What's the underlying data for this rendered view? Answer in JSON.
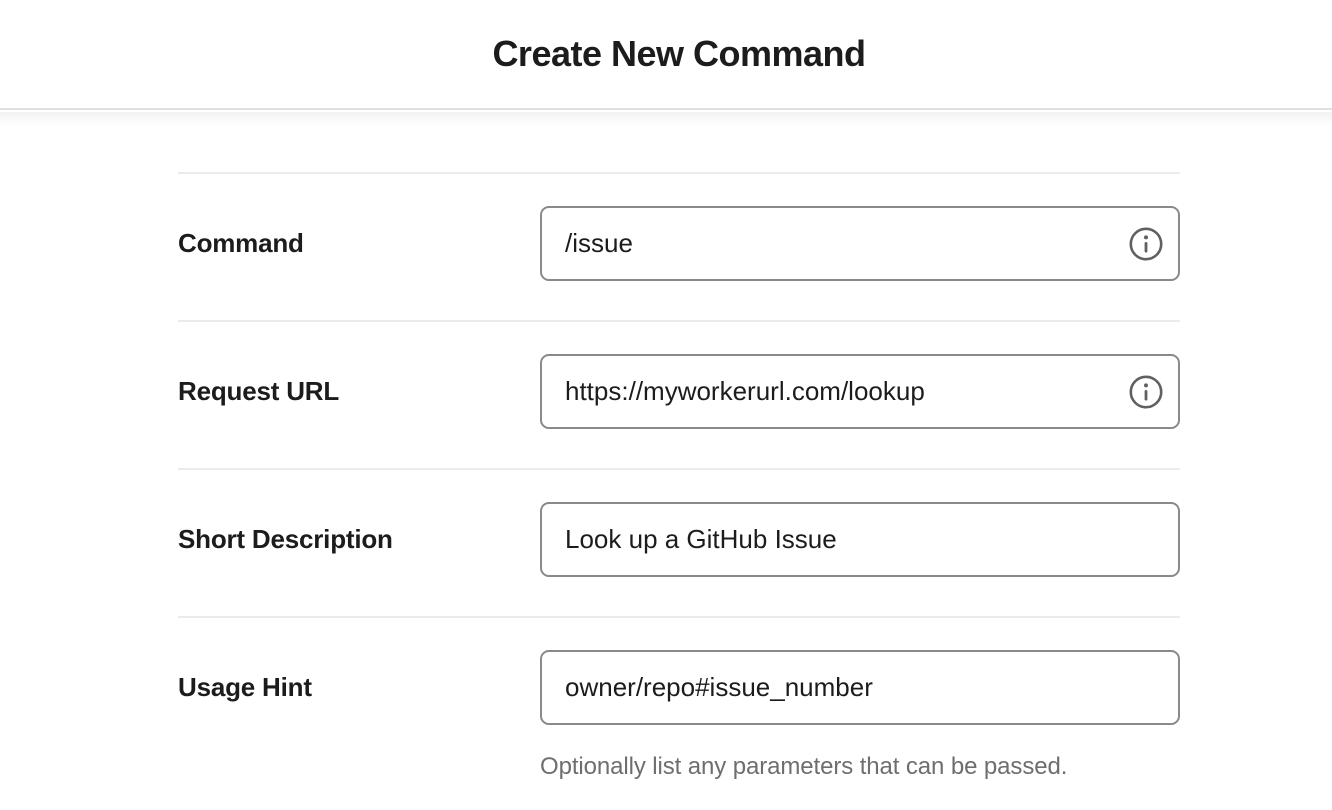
{
  "header": {
    "title": "Create New Command"
  },
  "form": {
    "fields": [
      {
        "label": "Command",
        "value": "/issue",
        "has_info_icon": true,
        "helper": ""
      },
      {
        "label": "Request URL",
        "value": "https://myworkerurl.com/lookup",
        "has_info_icon": true,
        "helper": ""
      },
      {
        "label": "Short Description",
        "value": "Look up a GitHub Issue",
        "has_info_icon": false,
        "helper": ""
      },
      {
        "label": "Usage Hint",
        "value": "owner/repo#issue_number",
        "has_info_icon": false,
        "helper": "Optionally list any parameters that can be passed."
      }
    ]
  },
  "icons": {
    "info": "info-circle"
  },
  "colors": {
    "text": "#1d1c1d",
    "input_border": "#8a8a8c",
    "row_divider": "#ebebeb",
    "header_divider": "#e0e0e0",
    "helper_text": "#6e6e6e",
    "info_icon": "#616061",
    "background": "#ffffff"
  }
}
